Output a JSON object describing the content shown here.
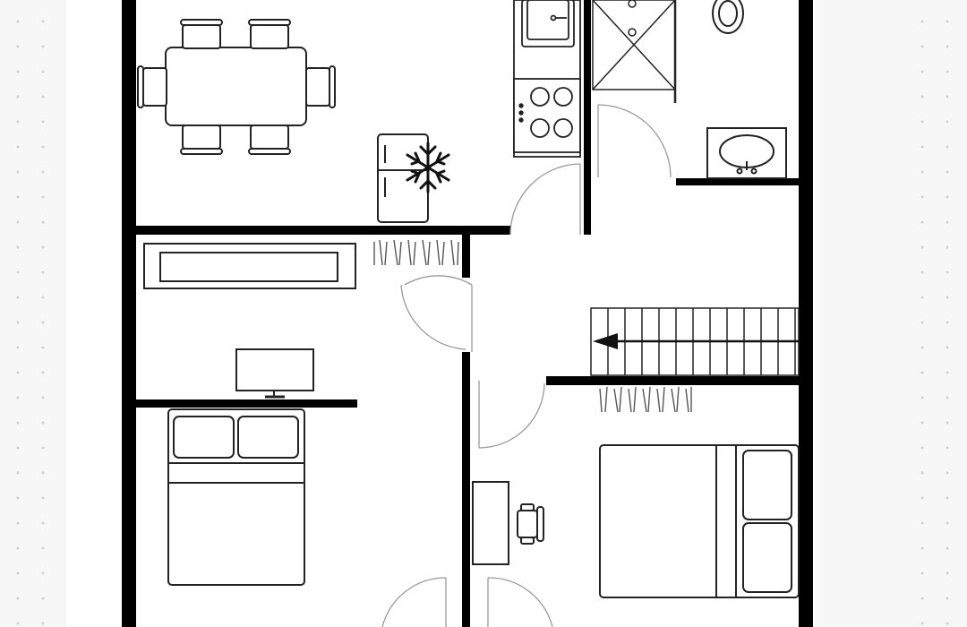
{
  "plan": {
    "colors": {
      "background": "#f7f7f7",
      "floor": "#ffffff",
      "wall": "#000000",
      "line": "#222222",
      "dots": "#d2d2d2"
    },
    "rooms": [
      "dining-kitchen",
      "bathroom",
      "living-room",
      "hallway",
      "bedroom-left",
      "bedroom-right"
    ],
    "fixtures": [
      "dining-table",
      "chair",
      "refrigerator",
      "snowflake-icon",
      "kitchen-sink",
      "stove",
      "shower",
      "toilet",
      "bathroom-sink",
      "sofa",
      "tv",
      "double-bed",
      "wardrobe",
      "staircase",
      "direction-arrow-icon",
      "desk",
      "office-chair",
      "door"
    ]
  }
}
